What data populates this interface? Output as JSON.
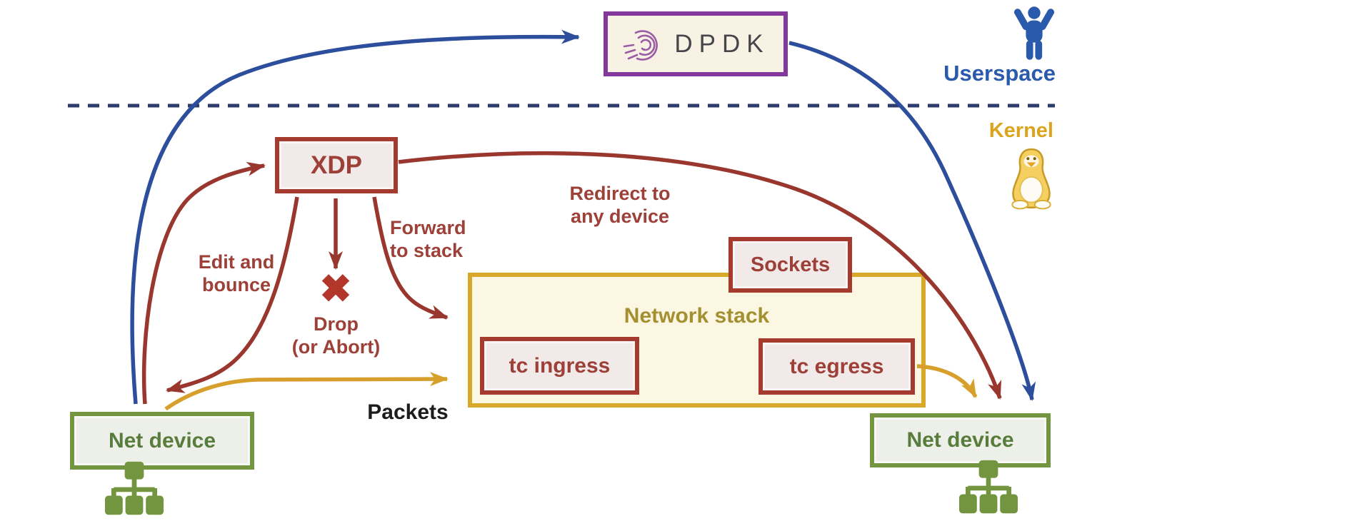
{
  "colors": {
    "blue": "#2C4E9C",
    "red": "#99372E",
    "red_border": "#A53A2E",
    "red_text": "#9C4038",
    "yellow": "#D7A02C",
    "gold_border": "#D8A82B",
    "gold_text": "#A59031",
    "green": "#73953F",
    "green_text": "#587C3C",
    "green_fill": "#EDEFE9",
    "purple": "#84389B",
    "purple_logo": "#9A5CA5",
    "cream_fill": "#F8F2E4",
    "pink_fill": "#F2E9E9",
    "stack_fill": "#FBF7E2",
    "dashed": "#2F3D6E",
    "kernel_text": "#DCA41C",
    "userspace_text": "#2A5AAB",
    "ink": "#1C1C1C"
  },
  "regions": {
    "userspace_label": "Userspace",
    "kernel_label": "Kernel"
  },
  "nodes": {
    "dpdk": "DPDK",
    "xdp": "XDP",
    "sockets": "Sockets",
    "network_stack": "Network stack",
    "tc_ingress": "tc ingress",
    "tc_egress": "tc egress",
    "net_device_left": "Net device",
    "net_device_right": "Net device"
  },
  "annotations": {
    "edit_and_bounce": "Edit and\nbounce",
    "forward_to_stack": "Forward\nto stack",
    "redirect_to_any_device": "Redirect to\nany device",
    "drop_or_abort": "Drop\n(or Abort)",
    "packets": "Packets",
    "drop_x_glyph": "✖"
  },
  "icons": {
    "userspace_person": "person-arms-raised-icon",
    "kernel_tux": "tux-penguin-icon",
    "dpdk_logo": "dpdk-arcs-logo-icon",
    "net_device_tree": "network-hierarchy-icon",
    "drop_mark": "x-mark-icon"
  },
  "edges": [
    {
      "from": "net-device-left",
      "to": "dpdk",
      "color": "blue",
      "label": ""
    },
    {
      "from": "dpdk",
      "to": "net-device-right",
      "color": "blue",
      "label": ""
    },
    {
      "from": "net-device-left",
      "to": "xdp",
      "color": "red",
      "label": ""
    },
    {
      "from": "xdp",
      "to": "net-device-right",
      "color": "red",
      "label": "Redirect to any device"
    },
    {
      "from": "xdp",
      "to": "net-device-left",
      "color": "red",
      "label": "Edit and bounce"
    },
    {
      "from": "xdp",
      "to": "drop",
      "color": "red",
      "label": "Drop (or Abort)"
    },
    {
      "from": "xdp",
      "to": "network-stack",
      "color": "red",
      "label": "Forward to stack"
    },
    {
      "from": "net-device-left",
      "to": "tc-ingress",
      "color": "yellow",
      "label": "Packets"
    },
    {
      "from": "tc-egress",
      "to": "net-device-right",
      "color": "yellow",
      "label": ""
    }
  ]
}
